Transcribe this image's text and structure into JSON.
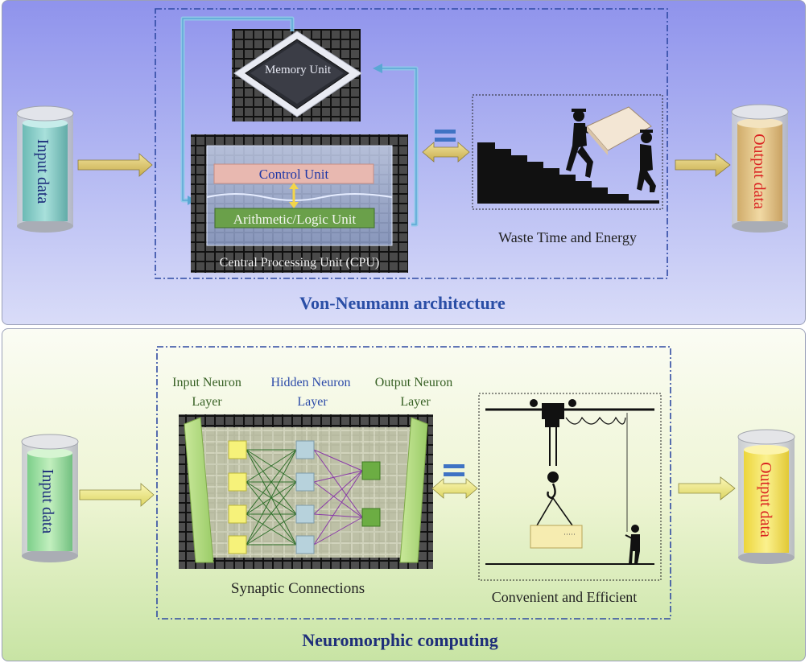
{
  "von_neumann": {
    "title": "Von-Neumann architecture",
    "input_label": "Input data",
    "output_label": "Output data",
    "memory_label": "Memory Unit",
    "control_label": "Control Unit",
    "alu_label": "Arithmetic/Logic Unit",
    "cpu_label": "Central Processing Unit (CPU)",
    "analogy_label": "Waste Time and Energy"
  },
  "neuromorphic": {
    "title": "Neuromorphic computing",
    "input_label": "Input data",
    "output_label": "Output data",
    "input_layer_line1": "Input Neuron",
    "input_layer_line2": "Layer",
    "hidden_layer_line1": "Hidden Neuron",
    "hidden_layer_line2": "Layer",
    "output_layer_line1": "Output Neuron",
    "output_layer_line2": "Layer",
    "synapse_label": "Synaptic Connections",
    "analogy_label": "Convenient and Efficient"
  },
  "colors": {
    "title_blue": "#2a4ea6",
    "dashed_frame": "#2f4aa3",
    "arrow_gold": "#d9c56a",
    "arrow_yellow": "#f0ec7e",
    "input_teal": "#8fd0cc",
    "output_tan": "#e8c98f",
    "output_red": "#d92020",
    "control_pink": "#e8b8b0",
    "alu_green": "#6aa04a",
    "neuron_yellow": "#f6f27a",
    "neuron_blue": "#b7d2dc",
    "neuron_green": "#6cad43",
    "equals_blue": "#3f73c4"
  },
  "icons": [
    "arrow-right-icon",
    "double-arrow-icon",
    "equals-icon",
    "memory-chip-icon",
    "workers-carrying-box-icon",
    "crane-hook-icon",
    "worker-remote-icon"
  ]
}
